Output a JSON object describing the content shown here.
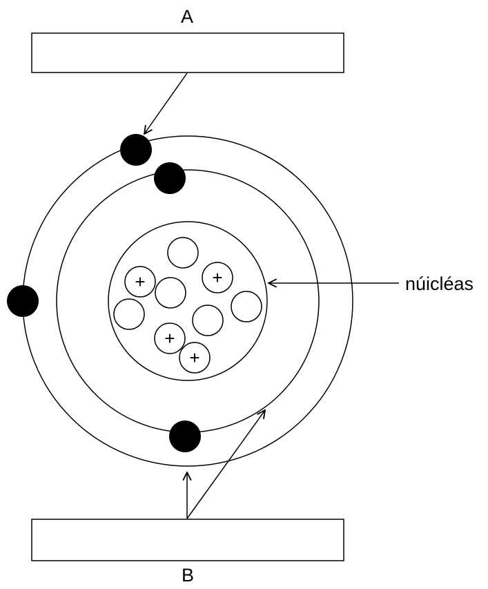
{
  "diagram": {
    "label_a": "A",
    "label_b": "B",
    "nucleus_label": "núicléas",
    "proton_symbol": "+",
    "answer_box_a": "",
    "answer_box_b": ""
  }
}
